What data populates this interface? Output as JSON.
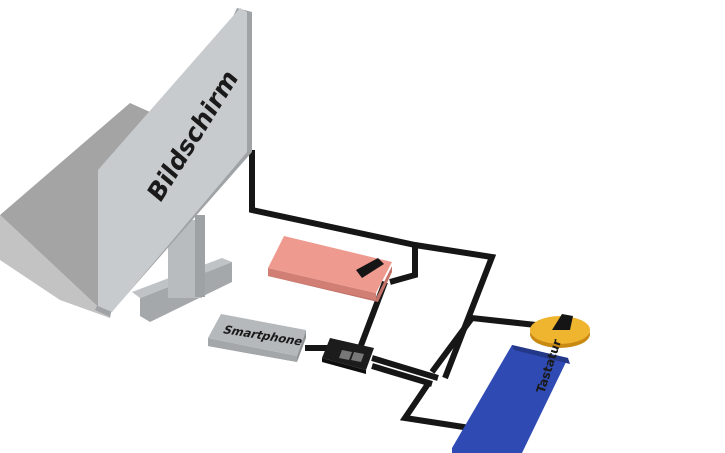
{
  "scene": {
    "background": "#ffffff",
    "cable_color": "#161616"
  },
  "monitor": {
    "label": "Bildschirm",
    "color": "#c8cbcd"
  },
  "pink_device": {
    "label": "",
    "color": "#ef9a8f"
  },
  "smartphone": {
    "label": "Smartphone",
    "color": "#b5b9bb"
  },
  "hub": {
    "label": "",
    "color": "#222222"
  },
  "mouse": {
    "label": "",
    "color": "#f0b52e"
  },
  "keyboard": {
    "label": "Tastatur",
    "color": "#2f4bb3"
  }
}
